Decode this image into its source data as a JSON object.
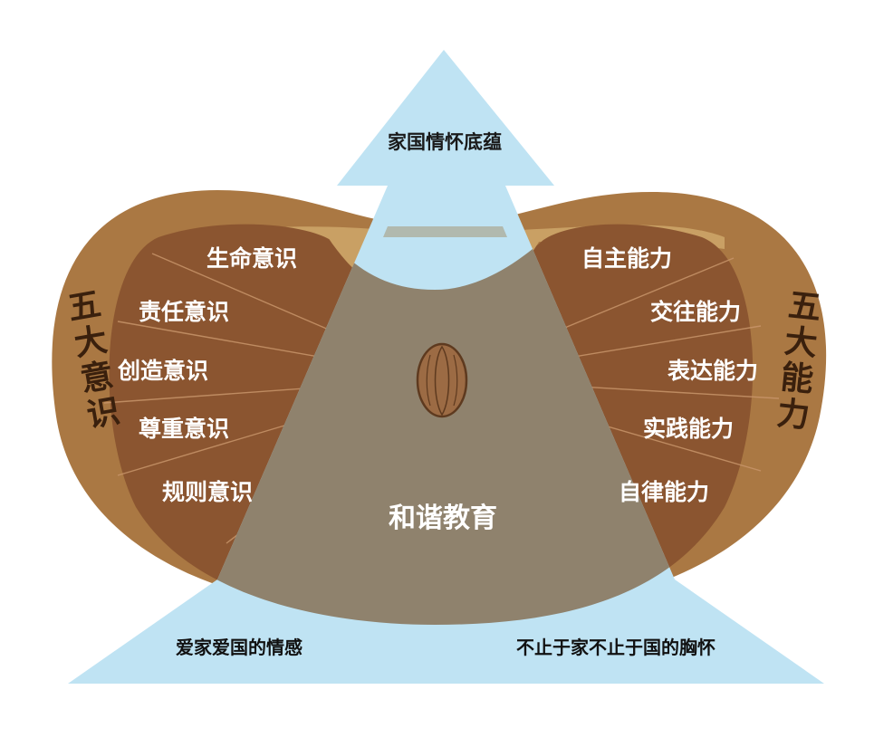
{
  "arrow_label": "家国情怀底蕴",
  "center_label": "和谐教育",
  "left_vertical": "五大意识",
  "right_vertical": "五大能力",
  "left_items": [
    "生命意识",
    "责任意识",
    "创造意识",
    "尊重意识",
    "规则意识"
  ],
  "right_items": [
    "自主能力",
    "交往能力",
    "表达能力",
    "实践能力",
    "自律能力"
  ],
  "base_left": "爱家爱国的情感",
  "base_right": "不止于家不止于国的胸怀",
  "colors": {
    "bean_outer": "#aa7843",
    "bean_inner": "#8b5530",
    "bean_crease": "#c9a064",
    "arrow": "#bfe3f3",
    "overlap": "#8b7a62",
    "pool": "#c4ddd2",
    "seed": "#9c6b44",
    "vertical_text": "#3a200d"
  },
  "icons": [
    "seed-icon"
  ]
}
